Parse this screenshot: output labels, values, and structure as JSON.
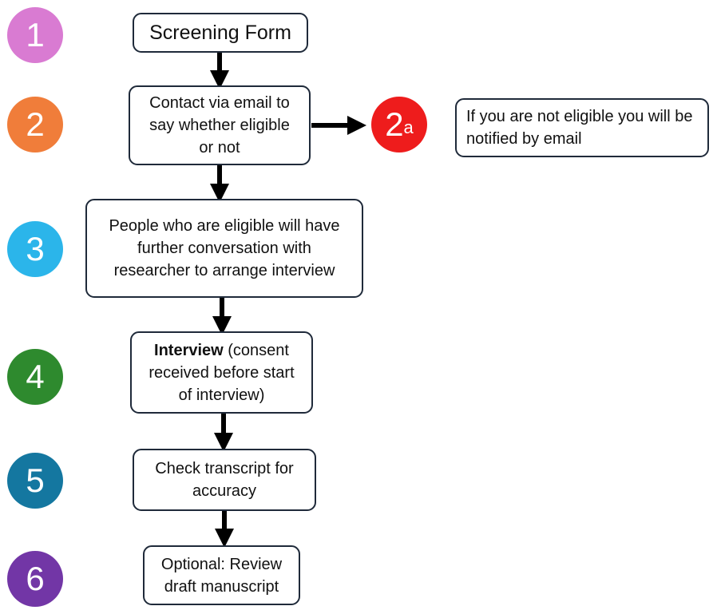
{
  "steps": [
    {
      "number": "1",
      "color": "#d97bd2",
      "text": "Screening Form"
    },
    {
      "number": "2",
      "color": "#f07d3a",
      "text": "Contact via email to say whether eligible or not"
    },
    {
      "number": "3",
      "color": "#2bb5ea",
      "text": "People who are eligible will have further conversation with researcher to arrange interview"
    },
    {
      "number": "4",
      "color": "#2e8a2e",
      "text_bold": "Interview",
      "text": " (consent received before start of interview)"
    },
    {
      "number": "5",
      "color": "#1477a0",
      "text": "Check transcript for accuracy"
    },
    {
      "number": "6",
      "color": "#7236a6",
      "text": "Optional: Review draft manuscript"
    }
  ],
  "branch": {
    "number": "2",
    "suffix": "a",
    "color": "#ee1c1c",
    "text": "If you are not eligible you will be notified by email"
  }
}
